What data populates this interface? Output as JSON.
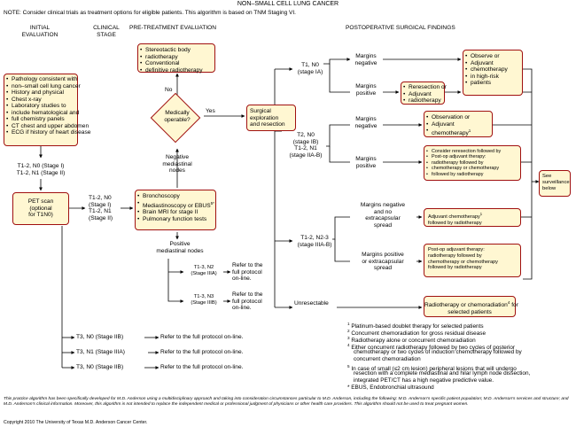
{
  "title": "NON–SMALL CELL LUNG CANCER",
  "note": "NOTE: Consider clinical trials as treatment options for eligible patients. This algorithm is based on TNM Staging VI.",
  "headers": {
    "initial_evaluation": [
      "INITIAL",
      "EVALUATION"
    ],
    "clinical_stage": [
      "CLINICAL",
      "STAGE"
    ],
    "pretreatment": "PRE-TREATMENT EVALUATION",
    "postoperative": "POSTOPERATIVE SURGICAL FINDINGS"
  },
  "initial_box": [
    "Pathology consistent with",
    "non–small cell lung cancer",
    "History and physical",
    "Chest x-ray",
    "Laboratory studies to",
    "include hematological and",
    "full chemistry panels",
    "CT chest and upper abdomen",
    "ECG if history of heart disease"
  ],
  "stage_i_ii": [
    "T1-2, N0 (Stage I)",
    "T1-2, N1 (Stage II)"
  ],
  "pet_box": [
    "PET scan",
    "(optional",
    "for T1N0)"
  ],
  "stage_mid": [
    "T1-2, N0",
    "(Stage I)",
    "T1-2, N1",
    "(Stage II)"
  ],
  "workup_box": [
    "Bronchoscopy",
    "Mediastinoscopy or EBUS",
    "Brain MRI for stage II",
    "Pulmonary function tests"
  ],
  "workup_sup": "5*",
  "sbrt_box": [
    "Stereotactic body",
    "radiotherapy",
    "Conventional",
    "definitive radiotherapy"
  ],
  "no_label": "No",
  "yes_label": "Yes",
  "diamond": [
    "Medically",
    "operable?"
  ],
  "surgery_box": [
    "Surgical",
    "exploration",
    "and resection"
  ],
  "neg_nodes": [
    "Negative",
    "mediastinal",
    "nodes"
  ],
  "pos_nodes": [
    "Positive",
    "mediastinal nodes"
  ],
  "t13n2": [
    "T1-3, N2",
    "(Stage IIIA)"
  ],
  "t13n3": [
    "T1-3, N3",
    "(Stage IIIB)"
  ],
  "refer_protocol": [
    "Refer to the",
    "full protocol",
    "on-line."
  ],
  "t3_rows": [
    {
      "stage": "T3, N0 (Stage IIB)",
      "text": "Refer to the full protocol on-line."
    },
    {
      "stage": "T3, N1 (Stage IIIA)",
      "text": "Refer to the full protocol on-line."
    },
    {
      "stage": "T3, N0 (Stage IIB)",
      "text": "Refer to the full protocol on-line."
    }
  ],
  "stage_ia": [
    "T1, N0",
    "(stage IA)"
  ],
  "stage_ib": [
    "T2, N0",
    "(stage IB)",
    "T1-2, N1",
    "(stage IIA-B)"
  ],
  "stage_iiia": [
    "T1-2, N2-3",
    "(stage IIIA-B)"
  ],
  "unresectable": "Unresectable",
  "margins_negative": [
    "Margins",
    "negative"
  ],
  "margins_positive": [
    "Margins",
    "positive"
  ],
  "margins_neg_noext": [
    "Margins negative",
    "and no",
    "extracapsular",
    "spread"
  ],
  "margins_pos_ext": [
    "Margins positive",
    "or extracapsular",
    "spread"
  ],
  "reresection_box": [
    "Reresection or",
    "Adjuvant",
    "radiotherapy"
  ],
  "observe_box": [
    "Observe or",
    "Adjuvant",
    "chemotherapy",
    "in high-risk",
    "patients"
  ],
  "observation_box": [
    "Observation or",
    "Adjuvant",
    "chemotherapy"
  ],
  "observation_sup": "1",
  "consider_box": [
    "Consider reresection followed by",
    "Post-op adjuvant therapy:",
    "radiotherapy followed by",
    "chemotherapy or chemotherapy",
    "followed by radiotherapy"
  ],
  "adjuvant_box": [
    "Adjuvant chemotherapy",
    "followed by radiotherapy"
  ],
  "adjuvant_sup": "1",
  "postop_box": [
    "Post-op adjuvant therapy:",
    "radiotherapy followed by",
    "chemotherapy or chemotherapy",
    "followed by radiotherapy"
  ],
  "radio_box": [
    "Radiotherapy or",
    "chemoradiation",
    "for",
    "selected patients"
  ],
  "radio_sup": "4",
  "surveillance_box": [
    "See",
    "surveillance",
    "below"
  ],
  "footnotes": [
    {
      "n": "1",
      "text": "Platinum-based doublet therapy for selected patients"
    },
    {
      "n": "2",
      "text": "Concurrent chemoradiation for gross residual disease"
    },
    {
      "n": "3",
      "text": "Radiotherapy alone or concurrent chemoradiation"
    },
    {
      "n": "4",
      "text": "Either concurrent radiotherapy followed by two cycles of posterior"
    },
    {
      "n": "",
      "text": "chemotherapy or two cycles of induction chemotherapy followed by"
    },
    {
      "n": "",
      "text": "concurrent chemoradiation"
    },
    {
      "n": "5",
      "text": "In case of small (≤2 cm lesion) peripheral lesions that will undergo"
    },
    {
      "n": "",
      "text": "resection with a complete mediastinal and hilar lymph node dissection,"
    },
    {
      "n": "",
      "text": "integrated PET/CT has a high negative predictive value."
    },
    {
      "n": "*",
      "text": "EBUS, Endobronchial ultrasound"
    }
  ],
  "footer": "This practice algorithm has been specifically developed for M.D. Anderson using a multidisciplinary approach and taking into consideration circumstances particular to M.D. Anderson, including the following: M.D. Anderson's specific patient population; M.D. Anderson's services and structure; and M.D. Anderson's clinical information. Moreover, this algorithm is not intended to replace the independent medical or professional judgment of physicians or other health care providers. This algorithm should not be used to treat pregnant women.",
  "copyright": "Copyright 2010 The University of Texas M.D. Anderson Cancer Center."
}
